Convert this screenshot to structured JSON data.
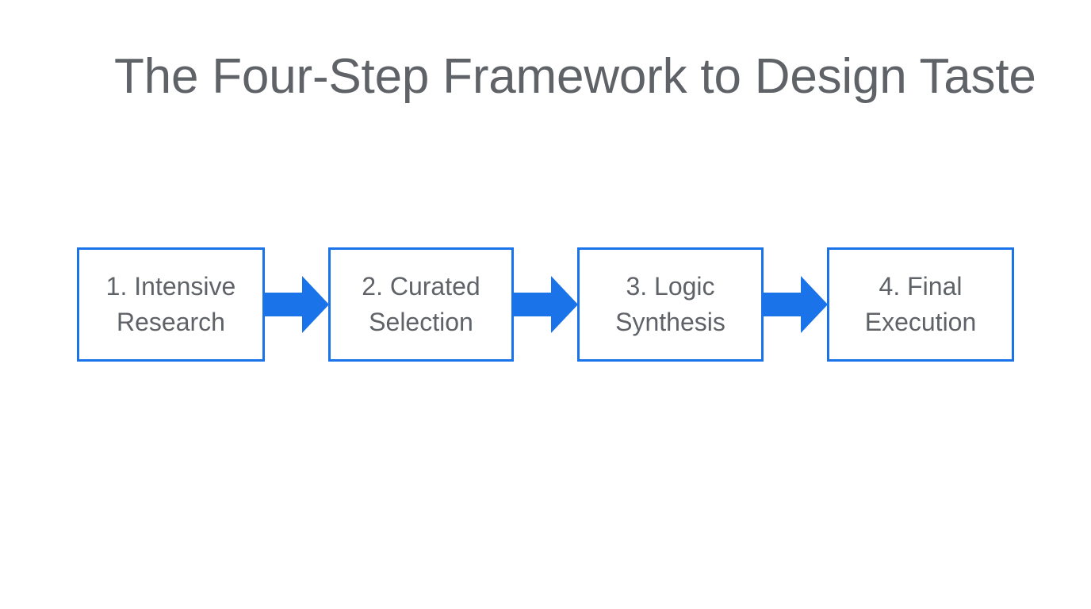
{
  "slide": {
    "background_color": "#ffffff",
    "title": "The Four-Step Framework to Design Taste",
    "title_color": "#5f6368",
    "accent_color": "#1a73e8"
  },
  "flow": {
    "type": "linear-process",
    "connector_icon": "right-block-arrow-icon",
    "steps": [
      {
        "number": "1",
        "label": "1. Intensive\nResearch",
        "line1": "1. Intensive",
        "line2": "Research",
        "border_color": "#1a73e8",
        "fill_color": "#ffffff",
        "text_color": "#5f6368"
      },
      {
        "number": "2",
        "label": "2. Curated\nSelection",
        "line1": "2. Curated",
        "line2": "Selection",
        "border_color": "#1a73e8",
        "fill_color": "#ffffff",
        "text_color": "#5f6368"
      },
      {
        "number": "3",
        "label": "3. Logic\nSynthesis",
        "line1": "3. Logic",
        "line2": "Synthesis",
        "border_color": "#1a73e8",
        "fill_color": "#ffffff",
        "text_color": "#5f6368"
      },
      {
        "number": "4",
        "label": "4. Final\nExecution",
        "line1": "4. Final",
        "line2": "Execution",
        "border_color": "#1a73e8",
        "fill_color": "#ffffff",
        "text_color": "#5f6368"
      }
    ],
    "arrows": [
      {
        "from": "1",
        "to": "2",
        "color": "#1a73e8"
      },
      {
        "from": "2",
        "to": "3",
        "color": "#1a73e8"
      },
      {
        "from": "3",
        "to": "4",
        "color": "#1a73e8"
      }
    ]
  }
}
